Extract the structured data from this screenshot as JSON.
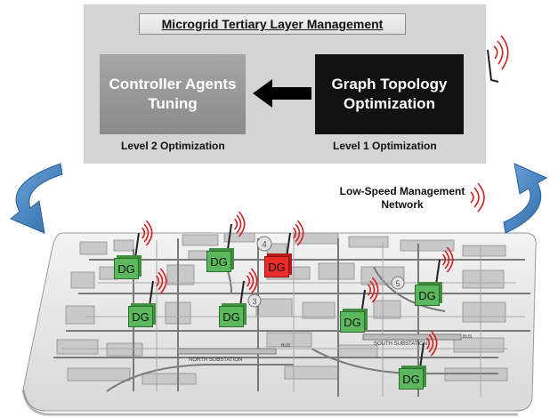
{
  "panel": {
    "title": "Microgrid Tertiary Layer Management",
    "left_box": "Controller Agents Tuning",
    "right_box": "Graph Topology Optimization",
    "left_level": "Level 2 Optimization",
    "right_level": "Level 1 Optimization"
  },
  "network_label": "Low-Speed Management Network",
  "generators": [
    {
      "label": "DG",
      "status": "normal"
    },
    {
      "label": "DG",
      "status": "normal"
    },
    {
      "label": "DG",
      "status": "active"
    },
    {
      "label": "DG",
      "status": "normal"
    },
    {
      "label": "DG",
      "status": "normal"
    },
    {
      "label": "DG",
      "status": "normal"
    },
    {
      "label": "DG",
      "status": "normal"
    },
    {
      "label": "DG",
      "status": "normal"
    }
  ],
  "map_labels": {
    "north": "NORTH SUBSTATION",
    "south": "SOUTH SUBSTATION",
    "bus": "BUS",
    "n4": "4",
    "n3": "3",
    "n5": "5"
  },
  "colors": {
    "panel": "#d4d4d4",
    "dg_normal": "#5cb85c",
    "dg_active": "#ee2b2b",
    "signal": "#d42020",
    "cycle_arrow": "#4a86c8"
  }
}
